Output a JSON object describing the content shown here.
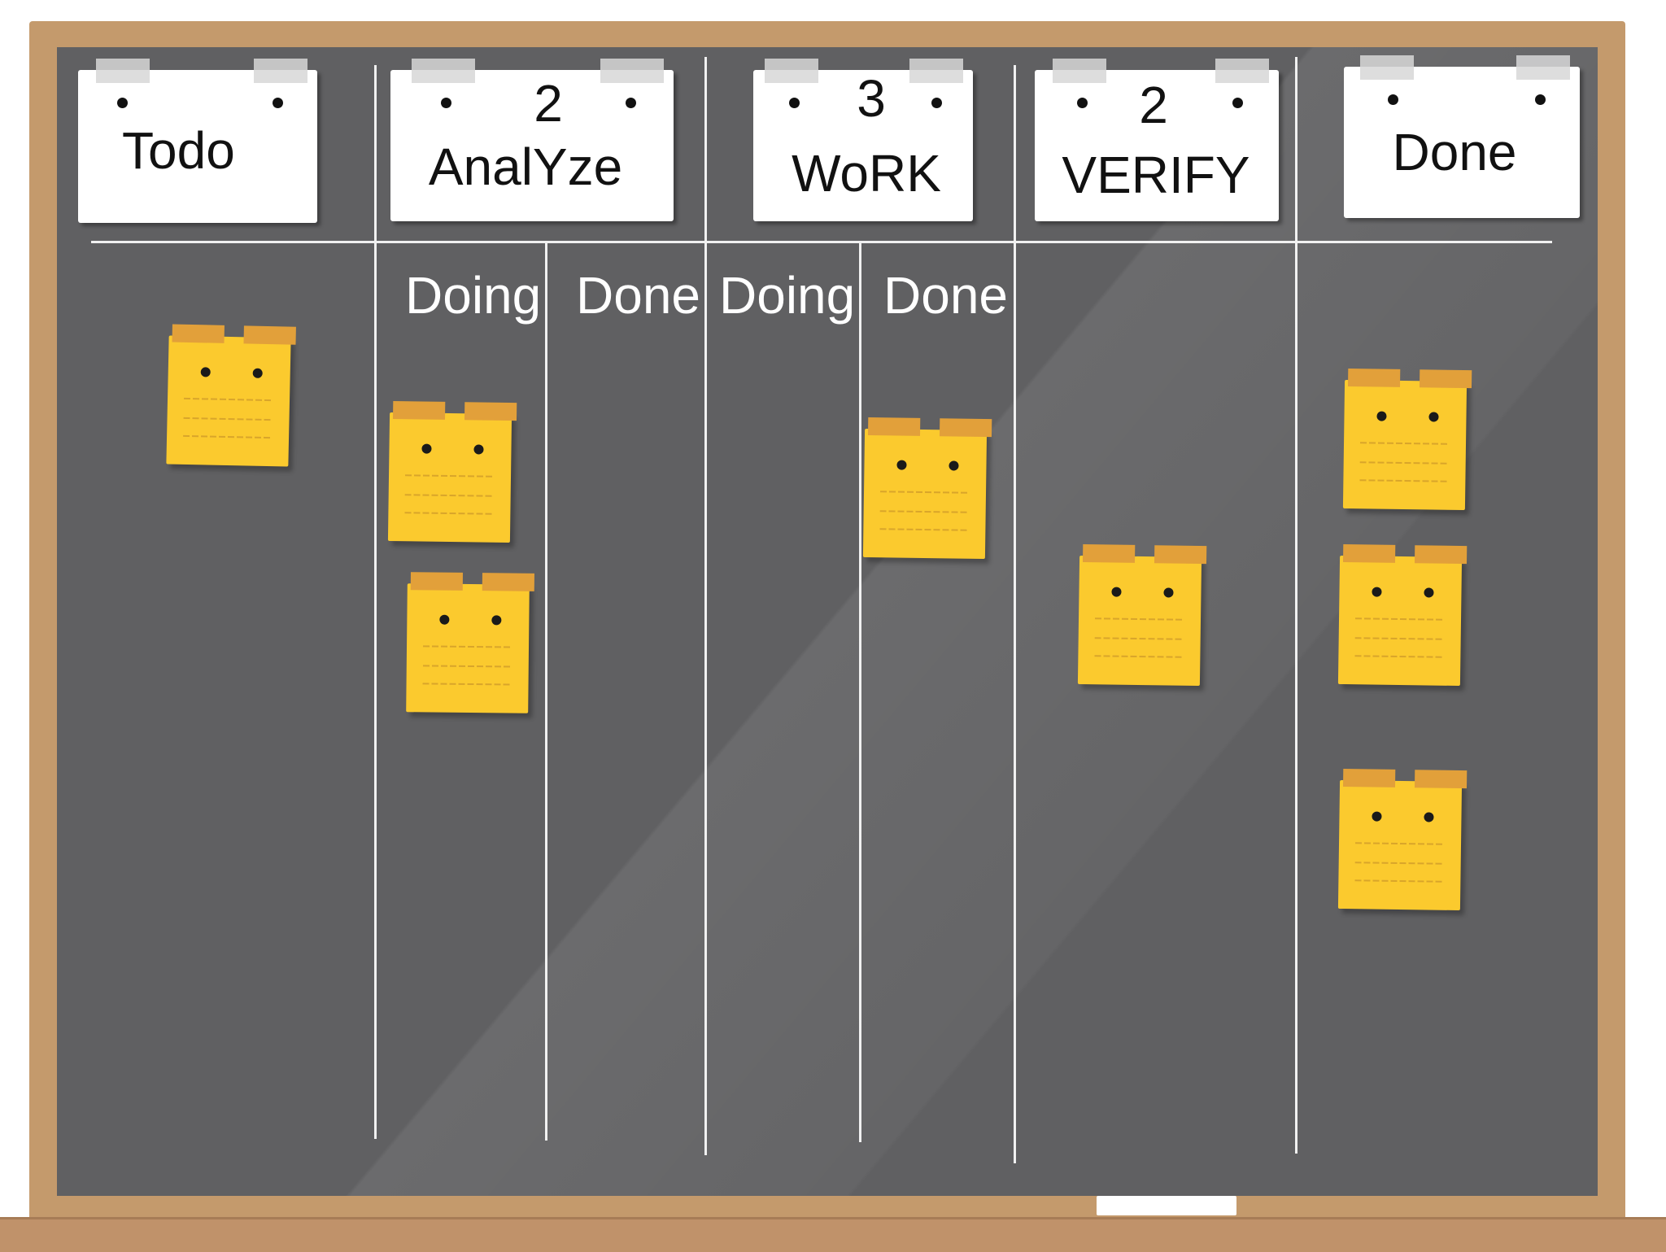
{
  "board": {
    "columns": [
      {
        "id": "todo",
        "title": "Todo",
        "limit": ""
      },
      {
        "id": "analyze",
        "title": "AnalYze",
        "limit": "2"
      },
      {
        "id": "work",
        "title": "WoRK",
        "limit": "3"
      },
      {
        "id": "verify",
        "title": "VERIFY",
        "limit": "2"
      },
      {
        "id": "done",
        "title": "Done",
        "limit": ""
      }
    ],
    "sublabels": {
      "analyze_doing": "Doing",
      "analyze_done": "Done",
      "work_doing": "Doing",
      "work_done": "Done"
    },
    "card_counts": {
      "todo": 1,
      "analyze_doing": 2,
      "analyze_done": 0,
      "work_doing": 0,
      "work_done": 1,
      "verify": 1,
      "done": 3
    }
  },
  "colors": {
    "board": "#606062",
    "frame": "#c49a6c",
    "sticky_note": "#fbca2e",
    "sticky_tape": "#e2a03a",
    "chalk": "#ffffff"
  }
}
